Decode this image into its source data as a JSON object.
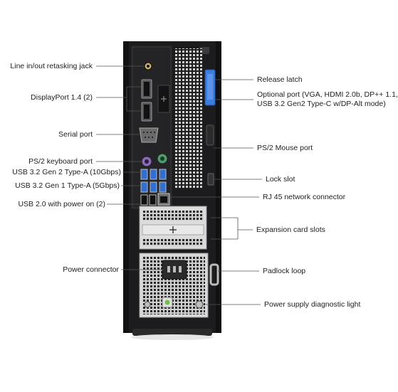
{
  "left_callouts": [
    {
      "label": "Line in/out retasking jack"
    },
    {
      "label": "DisplayPort 1.4 (2)"
    },
    {
      "label": "Serial port"
    },
    {
      "label": "PS/2 keyboard port"
    },
    {
      "label": "USB 3.2 Gen 2 Type-A (10Gbps)"
    },
    {
      "label": "USB 3.2 Gen 1 Type-A (5Gbps)"
    },
    {
      "label": "USB 2.0 with power on (2)"
    },
    {
      "label": "Power connector"
    }
  ],
  "right_callouts": [
    {
      "label": "Release latch"
    },
    {
      "label": "Optional port (VGA, HDMI 2.0b, DP++ 1.1,",
      "label2": "USB 3.2 Gen2 Type-C w/DP-Alt mode)"
    },
    {
      "label": "PS/2 Mouse port"
    },
    {
      "label": "Lock slot"
    },
    {
      "label": "RJ 45 network connector"
    },
    {
      "label": "Expansion card slots"
    },
    {
      "label": "Padlock loop"
    },
    {
      "label": "Power supply diagnostic light"
    }
  ],
  "colors": {
    "chassis": "#1c1c1e",
    "panel": "#2a2a2c",
    "metal": "#d8d8d8",
    "usb_blue": "#2f6fd6",
    "latch_blue": "#3d7de0",
    "ps2_purple": "#8a6bb8",
    "ps2_green": "#4e9b6b",
    "leader": "#555555"
  },
  "icons": [
    "grille-vent",
    "ac-power-socket",
    "ps2-port",
    "usb-port",
    "rj45-port",
    "displayport",
    "serial-port",
    "audio-jack"
  ]
}
